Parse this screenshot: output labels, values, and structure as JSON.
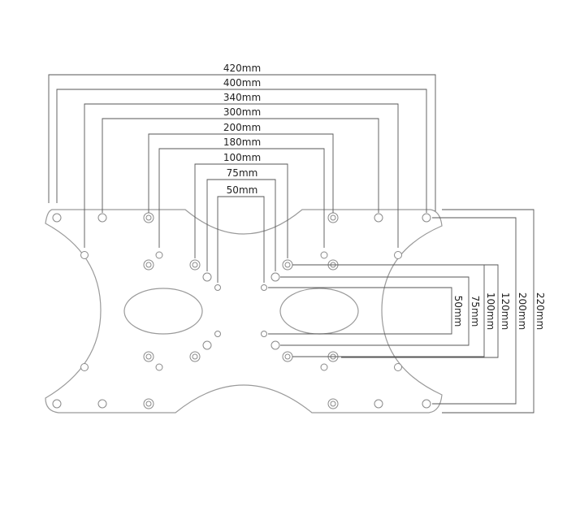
{
  "horizontal_dimensions": [
    "420mm",
    "400mm",
    "340mm",
    "300mm",
    "200mm",
    "180mm",
    "100mm",
    "75mm",
    "50mm"
  ],
  "vertical_dimensions": [
    "50mm",
    "75mm",
    "100mm",
    "120mm",
    "200mm",
    "220mm"
  ],
  "colors": {
    "outline": "#9a9a9a",
    "dim_line": "#555555",
    "text": "#222222"
  }
}
